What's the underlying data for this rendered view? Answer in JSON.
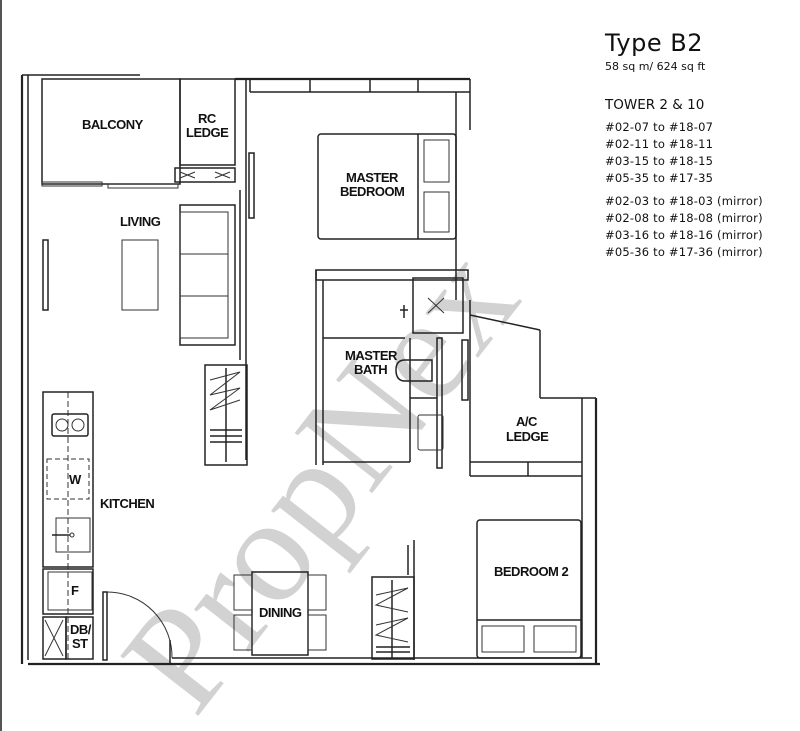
{
  "unit_info": {
    "type_title": "Type B2",
    "area": "58 sq m/ 624 sq ft",
    "tower": "TOWER 2 & 10",
    "units": [
      "#02-07 to #18-07",
      "#02-11 to #18-11",
      "#03-15 to #18-15",
      "#05-35 to #17-35"
    ],
    "mirror_units": [
      "#02-03 to #18-03 (mirror)",
      "#02-08 to #18-08 (mirror)",
      "#03-16 to #18-16 (mirror)",
      "#05-36 to #17-36 (mirror)"
    ]
  },
  "rooms": {
    "balcony": "BALCONY",
    "rc_ledge_1": "RC",
    "rc_ledge_2": "LEDGE",
    "living": "LIVING",
    "master_bedroom_1": "MASTER",
    "master_bedroom_2": "BEDROOM",
    "master_bath_1": "MASTER",
    "master_bath_2": "BATH",
    "ac_ledge_1": "A/C",
    "ac_ledge_2": "LEDGE",
    "kitchen": "KITCHEN",
    "washer": "W",
    "fridge": "F",
    "db_st_1": "DB/",
    "db_st_2": "ST",
    "dining": "DINING",
    "bedroom_2": "BEDROOM 2"
  },
  "watermark": "PropNex",
  "colors": {
    "lines": "#222222",
    "watermark": "#c4c4c4"
  }
}
